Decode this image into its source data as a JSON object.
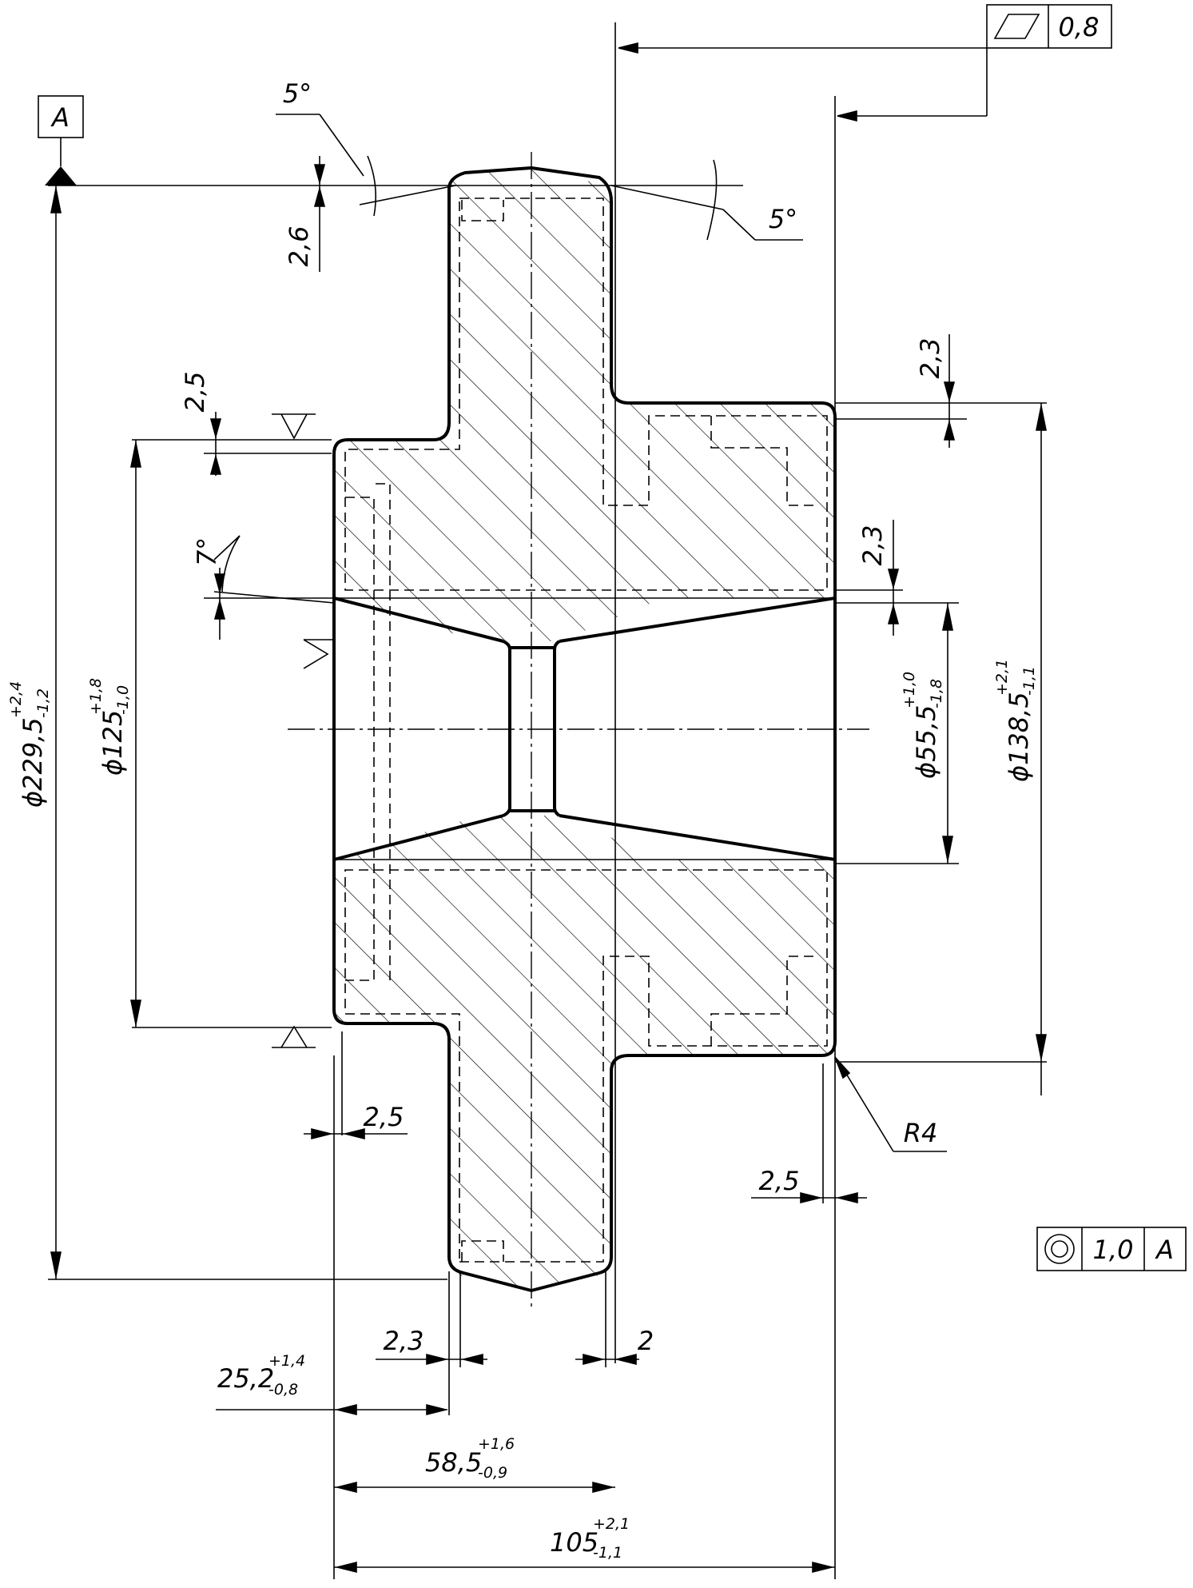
{
  "datum": {
    "label": "A"
  },
  "flatness_frame": {
    "symbol": "flatness-icon",
    "value": "0,8"
  },
  "concentricity_frame": {
    "symbol": "concentricity-icon",
    "value": "1,0",
    "datum": "A"
  },
  "angles": {
    "top_left": "5°",
    "top_right": "5°",
    "bore_taper": "7°"
  },
  "dims": {
    "d2_6": "2,6",
    "d2_5_left": "2,5",
    "d2_3_top": "2,3",
    "d2_3_mid": "2,3",
    "d2_5_bottom_left": "2,5",
    "d2_5_bottom_right": "2,5",
    "d2_3_bottom": "2,3",
    "d2_bottom": "2",
    "radius": "R4"
  },
  "diameters": {
    "d229": {
      "value": "ϕ229,5",
      "upper": "+2,4",
      "lower": "-1,2"
    },
    "d125": {
      "value": "ϕ125",
      "upper": "+1,8",
      "lower": "-1,0"
    },
    "d55": {
      "value": "ϕ55,5",
      "upper": "+1,0",
      "lower": "-1,8"
    },
    "d138": {
      "value": "ϕ138,5",
      "upper": "+2,1",
      "lower": "-1,1"
    }
  },
  "lengths": {
    "l25": {
      "value": "25,2",
      "upper": "+1,4",
      "lower": "-0,8"
    },
    "l58": {
      "value": "58,5",
      "upper": "+1,6",
      "lower": "-0,9"
    },
    "l105": {
      "value": "105",
      "upper": "+2,1",
      "lower": "-1,1"
    }
  }
}
